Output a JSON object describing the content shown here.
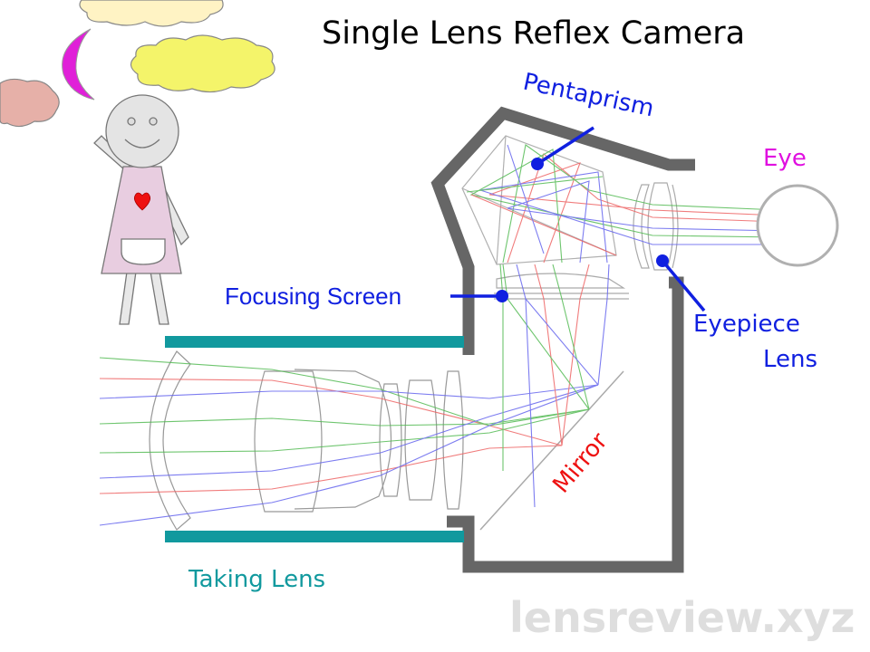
{
  "title": "Single Lens Reflex Camera",
  "labels": {
    "pentaprism": "Pentaprism",
    "eye": "Eye",
    "focusing_screen": "Focusing Screen",
    "eyepiece_line1": "Eyepiece",
    "eyepiece_line2": "Lens",
    "mirror": "Mirror",
    "taking_lens": "Taking Lens"
  },
  "watermark": "lensreview.xyz",
  "colors": {
    "body": "#666666",
    "lens_barrel": "#11999e",
    "label_blue": "#1020e0",
    "label_magenta": "#e010e0",
    "label_red": "#ee1111",
    "label_teal": "#11999e",
    "ray_red": "#ee6666",
    "ray_green": "#55bb55",
    "ray_blue": "#6666ee",
    "cloud_yellow": "#f4f46a",
    "cloud_cream": "#fff3c4",
    "cloud_pink": "#e6b0a8",
    "moon": "#e020d8",
    "dress": "#e8cde0"
  }
}
